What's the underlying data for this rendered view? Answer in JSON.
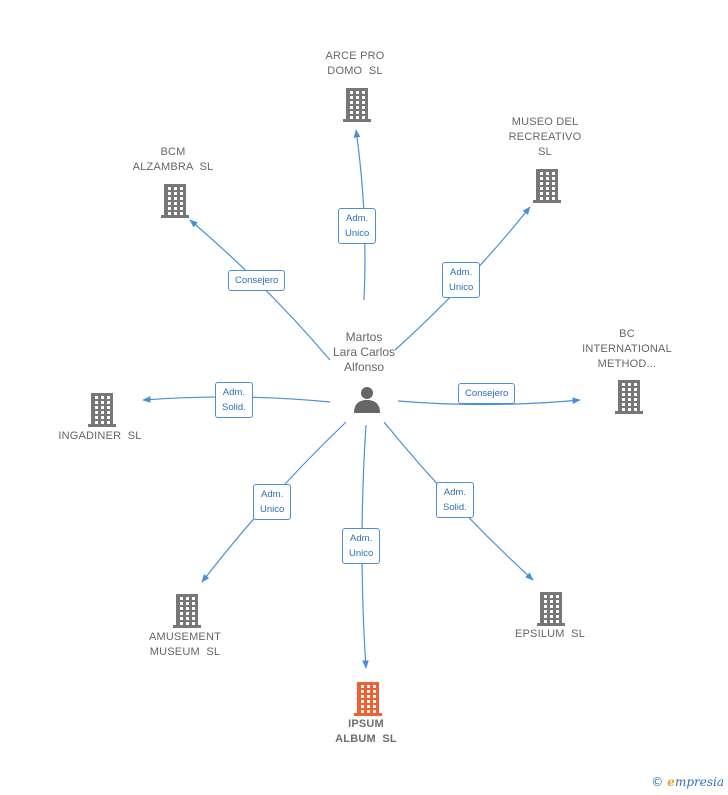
{
  "center": {
    "name": "Martos\nLara Carlos\nAlfonso",
    "icon": "person-icon"
  },
  "companies": [
    {
      "id": "arce",
      "label": "ARCE PRO\nDOMO  SL",
      "icon": "building-icon",
      "color": "#777777"
    },
    {
      "id": "museo",
      "label": "MUSEO DEL\nRECREATIVO\nSL",
      "icon": "building-icon",
      "color": "#777777"
    },
    {
      "id": "bcm",
      "label": "BCM\nALZAMBRA  SL",
      "icon": "building-icon",
      "color": "#777777"
    },
    {
      "id": "bc",
      "label": "BC\nINTERNATIONAL\nMETHOD...",
      "icon": "building-icon",
      "color": "#777777"
    },
    {
      "id": "ingadiner",
      "label": "INGADINER  SL",
      "icon": "building-icon",
      "color": "#777777"
    },
    {
      "id": "amusement",
      "label": "AMUSEMENT\nMUSEUM  SL",
      "icon": "building-icon",
      "color": "#777777"
    },
    {
      "id": "epsilum",
      "label": "EPSILUM  SL",
      "icon": "building-icon",
      "color": "#777777"
    },
    {
      "id": "ipsum",
      "label": "IPSUM\nALBUM  SL",
      "icon": "building-icon",
      "color": "#f06030",
      "highlight": true
    }
  ],
  "relations": [
    {
      "to": "arce",
      "label": "Adm.\nUnico"
    },
    {
      "to": "museo",
      "label": "Adm.\nUnico"
    },
    {
      "to": "bcm",
      "label": "Consejero"
    },
    {
      "to": "bc",
      "label": "Consejero"
    },
    {
      "to": "ingadiner",
      "label": "Adm.\nSolid."
    },
    {
      "to": "amusement",
      "label": "Adm.\nUnico"
    },
    {
      "to": "epsilum",
      "label": "Adm.\nSolid."
    },
    {
      "to": "ipsum",
      "label": "Adm.\nUnico"
    }
  ],
  "colors": {
    "edge": "#4a90d9",
    "node": "#777777",
    "highlight": "#f06030"
  },
  "brand": {
    "copyright": "©",
    "name": "mpresia",
    "initial": "e"
  }
}
